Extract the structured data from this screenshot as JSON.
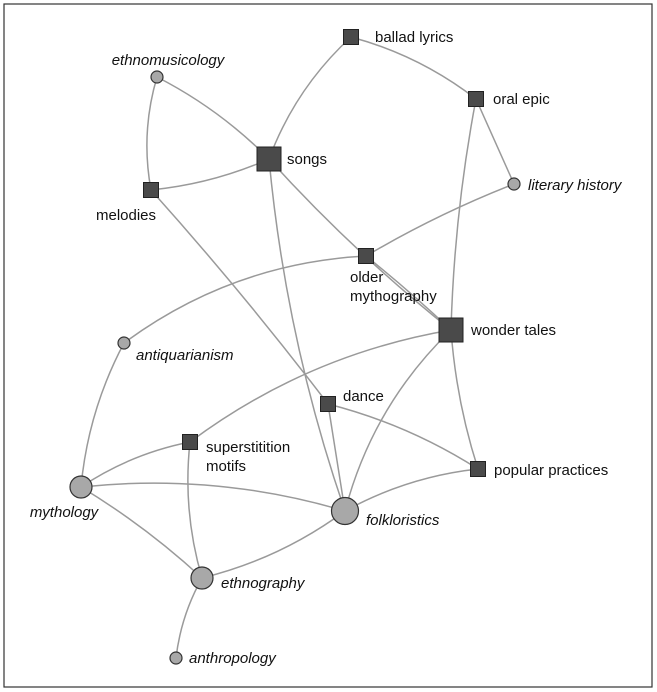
{
  "diagram": {
    "nodes": [
      {
        "id": "ballad_lyrics",
        "label": [
          "ballad lyrics"
        ],
        "kind": "square",
        "italic": false
      },
      {
        "id": "ethnomusicology",
        "label": [
          "ethnomusicology"
        ],
        "kind": "circle",
        "italic": true
      },
      {
        "id": "oral_epic",
        "label": [
          "oral epic"
        ],
        "kind": "square",
        "italic": false
      },
      {
        "id": "songs",
        "label": [
          "songs"
        ],
        "kind": "square-large",
        "italic": false
      },
      {
        "id": "literary_history",
        "label": [
          "literary history"
        ],
        "kind": "circle",
        "italic": true
      },
      {
        "id": "melodies",
        "label": [
          "melodies"
        ],
        "kind": "square",
        "italic": false
      },
      {
        "id": "older_mythography",
        "label": [
          "older",
          "mythography"
        ],
        "kind": "square",
        "italic": false
      },
      {
        "id": "wonder_tales",
        "label": [
          "wonder tales"
        ],
        "kind": "square-large",
        "italic": false
      },
      {
        "id": "antiquarianism",
        "label": [
          "antiquarianism"
        ],
        "kind": "circle",
        "italic": true
      },
      {
        "id": "dance",
        "label": [
          "dance"
        ],
        "kind": "square",
        "italic": false
      },
      {
        "id": "superstitition_motifs",
        "label": [
          "superstitition",
          "motifs"
        ],
        "kind": "square",
        "italic": false
      },
      {
        "id": "popular_practices",
        "label": [
          "popular practices"
        ],
        "kind": "square",
        "italic": false
      },
      {
        "id": "mythology",
        "label": [
          "mythology"
        ],
        "kind": "circle-large",
        "italic": true
      },
      {
        "id": "folkloristics",
        "label": [
          "folkloristics"
        ],
        "kind": "circle-xl",
        "italic": true
      },
      {
        "id": "ethnography",
        "label": [
          "ethnography"
        ],
        "kind": "circle-large",
        "italic": true
      },
      {
        "id": "anthropology",
        "label": [
          "anthropology"
        ],
        "kind": "circle",
        "italic": true
      }
    ],
    "edges": [
      [
        "ballad_lyrics",
        "songs"
      ],
      [
        "ballad_lyrics",
        "oral_epic"
      ],
      [
        "oral_epic",
        "literary_history"
      ],
      [
        "oral_epic",
        "wonder_tales"
      ],
      [
        "ethnomusicology",
        "melodies"
      ],
      [
        "ethnomusicology",
        "songs"
      ],
      [
        "melodies",
        "songs"
      ],
      [
        "melodies",
        "dance"
      ],
      [
        "songs",
        "wonder_tales"
      ],
      [
        "songs",
        "folkloristics"
      ],
      [
        "literary_history",
        "older_mythography"
      ],
      [
        "older_mythography",
        "wonder_tales"
      ],
      [
        "older_mythography",
        "antiquarianism"
      ],
      [
        "antiquarianism",
        "mythology"
      ],
      [
        "wonder_tales",
        "superstitition_motifs"
      ],
      [
        "wonder_tales",
        "folkloristics"
      ],
      [
        "wonder_tales",
        "popular_practices"
      ],
      [
        "dance",
        "folkloristics"
      ],
      [
        "dance",
        "popular_practices"
      ],
      [
        "superstitition_motifs",
        "mythology"
      ],
      [
        "superstitition_motifs",
        "ethnography"
      ],
      [
        "popular_practices",
        "folkloristics"
      ],
      [
        "mythology",
        "folkloristics"
      ],
      [
        "mythology",
        "ethnography"
      ],
      [
        "ethnography",
        "folkloristics"
      ],
      [
        "ethnography",
        "anthropology"
      ]
    ]
  }
}
